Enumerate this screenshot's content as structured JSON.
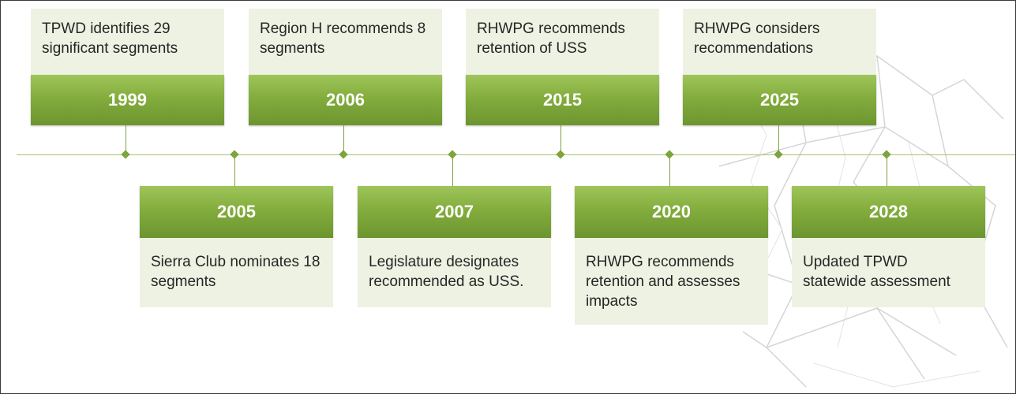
{
  "timeline": {
    "above": [
      {
        "year": "1999",
        "text": "TPWD identifies 29 significant segments"
      },
      {
        "year": "2006",
        "text": "Region H recommends 8 segments"
      },
      {
        "year": "2015",
        "text": "RHWPG recommends retention of USS"
      },
      {
        "year": "2025",
        "text": "RHWPG considers recommendations"
      }
    ],
    "below": [
      {
        "year": "2005",
        "text": "Sierra Club nominates 18 segments"
      },
      {
        "year": "2007",
        "text": "Legislature designates recommended as USS."
      },
      {
        "year": "2020",
        "text": "RHWPG recommends retention and assesses impacts"
      },
      {
        "year": "2028",
        "text": "Updated TPWD statewide assessment"
      }
    ]
  },
  "colors": {
    "year_box": "#83ad3d",
    "note_box": "#eef2e2",
    "axis": "#a6c46a"
  }
}
